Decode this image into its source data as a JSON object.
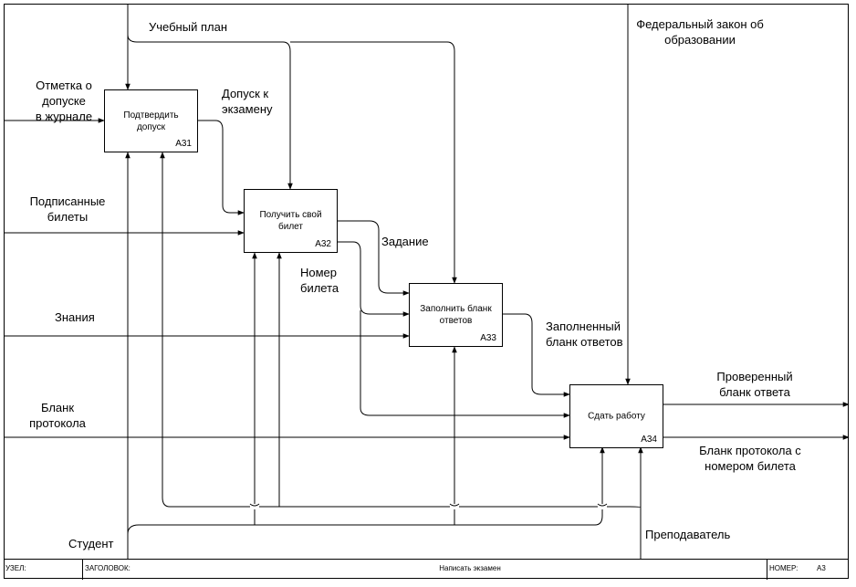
{
  "boxes": [
    {
      "name": "Подтвердить\nдопуск",
      "code": "А31"
    },
    {
      "name": "Получить свой\nбилет",
      "code": "А32"
    },
    {
      "name": "Заполнить бланк\nответов",
      "code": "А33"
    },
    {
      "name": "Сдать работу",
      "code": "А34"
    }
  ],
  "labels": {
    "plan": "Учебный план",
    "law": "Федеральный закон об\nобразовании",
    "admission_mark": "Отметка о\nдопуске\nв журнале",
    "admission": "Допуск к\nэкзамену",
    "signed_tickets": "Подписанные\nбилеты",
    "task": "Задание",
    "ticket_number": "Номер\nбилета",
    "knowledge": "Знания",
    "filled_form": "Заполненный\nбланк ответов",
    "protocol": "Бланк\nпротокола",
    "checked": "Проверенный\nбланк ответа",
    "protocol_out": "Бланк протокола с\nномером билета",
    "student": "Студент",
    "teacher": "Преподаватель"
  },
  "footer": {
    "node_label": "УЗЕЛ:",
    "title_label": "ЗАГОЛОВОК:",
    "title_value": "Написать экзамен",
    "number_label": "НОМЕР:",
    "number_value": "А3"
  }
}
